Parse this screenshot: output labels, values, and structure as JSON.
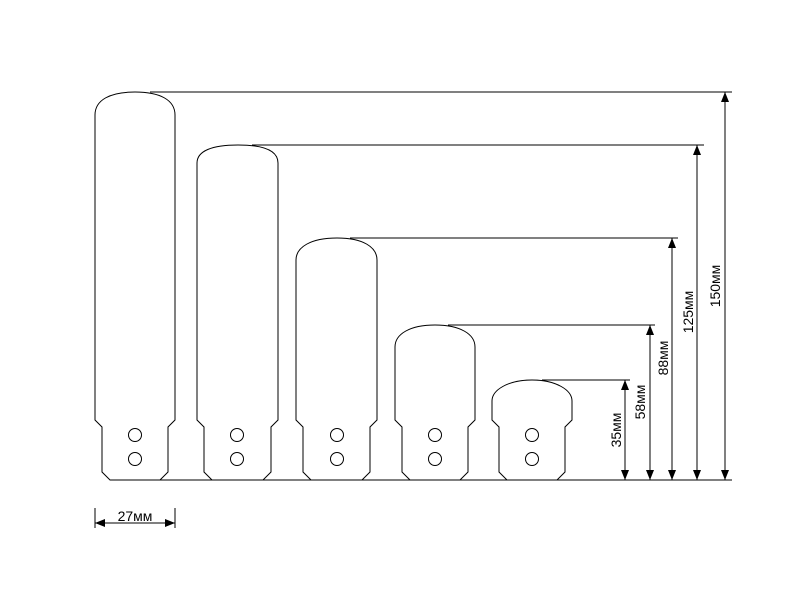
{
  "blades": [
    {
      "name": "blade-150",
      "height_label": "150мм"
    },
    {
      "name": "blade-125",
      "height_label": "125мм"
    },
    {
      "name": "blade-88",
      "height_label": "88мм"
    },
    {
      "name": "blade-58",
      "height_label": "58мм"
    },
    {
      "name": "blade-35",
      "height_label": "35мм"
    }
  ],
  "width_label": "27мм",
  "colors": {
    "line": "#000000",
    "background": "#ffffff"
  }
}
